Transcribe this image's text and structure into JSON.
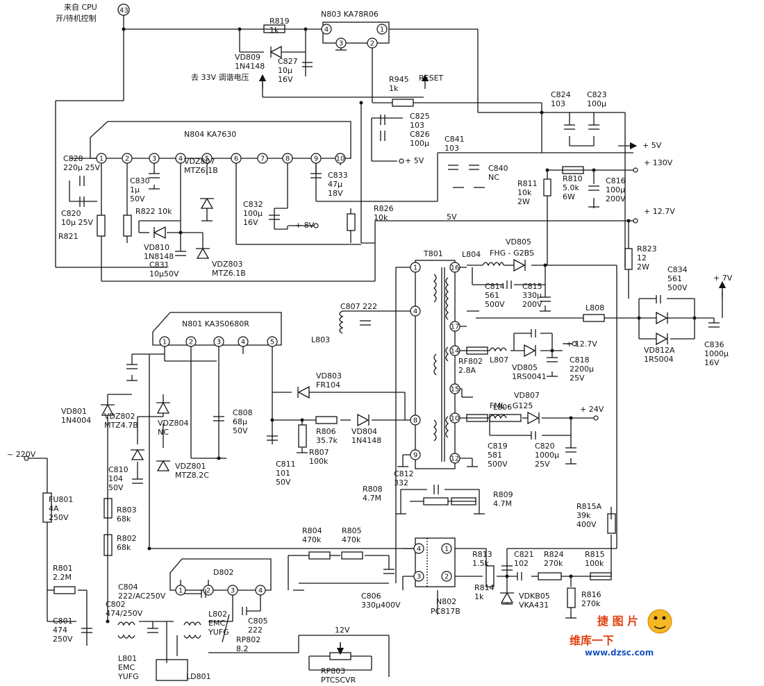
{
  "header": {
    "cpu_line1": "来自 CPU",
    "cpu_line2": "开/待机控制",
    "pin43": "43"
  },
  "regulator": {
    "name": "N803  KA78R06",
    "p1": "1",
    "p2": "2",
    "p3": "3",
    "p4": "4"
  },
  "tuning_note": "去 33V 调谐电压",
  "ics": {
    "n804": "N804    KA7630",
    "n801": "N801 KA3S0680R",
    "d802": "D802",
    "n802": "N802",
    "n802_part": "PC817B",
    "t801": "T801"
  },
  "n804_pins": [
    "1",
    "2",
    "3",
    "4",
    "5",
    "6",
    "7",
    "8",
    "9",
    "10"
  ],
  "n801_pins": [
    "1",
    "2",
    "3",
    "4",
    "5"
  ],
  "d802_pins": [
    "1",
    "2",
    "3",
    "4"
  ],
  "n802_pins": [
    "4",
    "3",
    "1",
    "2"
  ],
  "t801_pins": [
    "1",
    "16",
    "4",
    "17",
    "14",
    "15",
    "8",
    "10",
    "9",
    "12"
  ],
  "labels": {
    "r819": [
      "R819",
      "1k"
    ],
    "vd809": [
      "VD809",
      "1N4148"
    ],
    "c827": [
      "C827",
      "10μ",
      "16V"
    ],
    "r945": [
      "R945",
      "1k"
    ],
    "reset": "RESET",
    "c825": [
      "C825",
      "103"
    ],
    "c826": [
      "C826",
      "100μ"
    ],
    "c824": [
      "C824",
      "103"
    ],
    "c823": [
      "C823",
      "100μ"
    ],
    "c841": [
      "C841",
      "103"
    ],
    "c840": [
      "C840",
      "NC"
    ],
    "plus5v_a": "+ 5V",
    "plus5v_b": "+ 5V",
    "plus130v": "+ 130V",
    "plus12_7v_a": "+ 12.7V",
    "plus12_7v_b": "+ 12.7V",
    "plus8v": "+ 8V",
    "plus7v": "+ 7V",
    "plus24v": "+ 24V",
    "fivev": "5V",
    "c828": [
      "C828",
      "220μ  25V"
    ],
    "c820a": [
      "C820",
      "10μ  25V"
    ],
    "r821": "R821",
    "c830": [
      "C830",
      "1μ",
      "50V"
    ],
    "vdz807": [
      "VDZ807",
      "MTZ6.1B"
    ],
    "c832": [
      "C832",
      "100μ",
      "16V"
    ],
    "c833": [
      "C833",
      "47μ",
      "18V"
    ],
    "r826": [
      "R826",
      "10k"
    ],
    "r822": "R822  10k",
    "vd810": [
      "VD810",
      "1N8148"
    ],
    "c831": [
      "C831",
      "10μ50V"
    ],
    "vdz803": [
      "VDZ803",
      "MTZ6.1B"
    ],
    "r811": [
      "R811",
      "10k",
      "2W"
    ],
    "r810": [
      "R810",
      "5.0k",
      "6W"
    ],
    "c816": [
      "C816",
      "100μ",
      "200V"
    ],
    "r823": [
      "R823",
      "12",
      "2W"
    ],
    "c834": [
      "C834",
      "561",
      "500V"
    ],
    "l804": "L804",
    "vd805a": "VD805",
    "fhg": "FHG  -  G2BS",
    "c814": [
      "C814",
      "561",
      "500V"
    ],
    "c815": [
      "C815",
      "330μ",
      "200V"
    ],
    "l808": "L808",
    "vd812a": [
      "VD812A",
      "1RS004"
    ],
    "c836": [
      "C836",
      "1000μ",
      "16V"
    ],
    "c807": "C807 222",
    "l803": "L803",
    "rf802": [
      "RF802",
      "2.8A"
    ],
    "l807": "L807",
    "vd805b": [
      "VD805",
      "1RS0041"
    ],
    "c818": [
      "C818",
      "2200μ",
      "25V"
    ],
    "vd803": [
      "VD803",
      "FR104"
    ],
    "vd807": "VD807",
    "fml": "FML  -  G125",
    "l806": "L806",
    "vd801": [
      "VD801",
      "1N4004"
    ],
    "vdz802": [
      "VDZ802",
      "MTZ4.7B"
    ],
    "vdz804": [
      "VDZ804",
      "NC"
    ],
    "c808": [
      "C808",
      "68μ",
      "50V"
    ],
    "r806": [
      "R806",
      "35.7k"
    ],
    "vd804": [
      "VD804",
      "1N4148"
    ],
    "r807": [
      "R807",
      "100k"
    ],
    "c819": [
      "C819",
      "581",
      "500V"
    ],
    "c820b": [
      "C820",
      "1000μ",
      "25V"
    ],
    "ac220": "~ 220V",
    "c810": [
      "C810",
      "104",
      "50V"
    ],
    "vdz801": [
      "VDZ801",
      "MTZ8.2C"
    ],
    "c811": [
      "C811",
      "101",
      "50V"
    ],
    "c812": [
      "C812",
      "332"
    ],
    "r808": [
      "R808",
      "4.7M"
    ],
    "r809": [
      "R809",
      "4.7M"
    ],
    "fu801": [
      "FU801",
      "4A",
      "250V"
    ],
    "r803": [
      "R803",
      "68k"
    ],
    "r802": [
      "R802",
      "68k"
    ],
    "r815a": [
      "R815A",
      "39k",
      "400V"
    ],
    "r804": [
      "R804",
      "470k"
    ],
    "r805": [
      "R805",
      "470k"
    ],
    "r813": [
      "R813",
      "1.5k"
    ],
    "c821": [
      "C821",
      "102"
    ],
    "r824": [
      "R824",
      "270k"
    ],
    "r815": [
      "R815",
      "100k"
    ],
    "r801": [
      "R801",
      "2.2M"
    ],
    "c804": [
      "C804",
      "222/AC250V"
    ],
    "c802": [
      "C802",
      "474/250V"
    ],
    "c806": [
      "C806",
      "330μ400V"
    ],
    "r814": [
      "R814",
      "1k"
    ],
    "vdkb05": [
      "VDKB05",
      "VKA431"
    ],
    "r816": [
      "R816",
      "270k"
    ],
    "c801": [
      "C801",
      "474",
      "250V"
    ],
    "l802": [
      "L802",
      "EMC",
      "YUFG"
    ],
    "c805": [
      "C805",
      "222"
    ],
    "rp802": [
      "RP802",
      "8.2"
    ],
    "v12": "12V",
    "rp803": [
      "RP803",
      "PTCSCVR"
    ],
    "l801": [
      "L801",
      "EMC",
      "YUFG"
    ],
    "ld801": "LD801"
  },
  "watermark": {
    "top": "捷 图 片",
    "main": "维库一下",
    "site": "www.dzsc.com"
  }
}
